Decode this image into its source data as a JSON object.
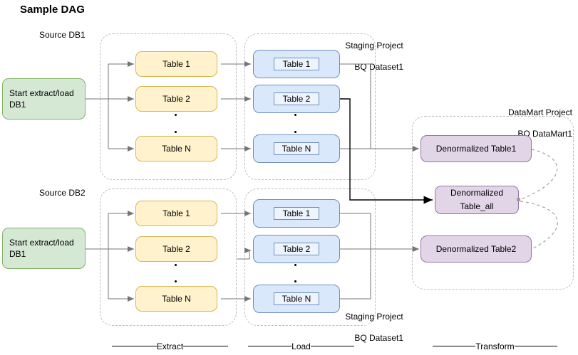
{
  "title": "Sample DAG",
  "db1": {
    "source_label": "Source DB1",
    "start_label": "Start extract/load DB1",
    "extract_tables": [
      "Table 1",
      "Table 2",
      "Table N"
    ],
    "load_tables": [
      "Table 1",
      "Table 2",
      "Table N"
    ],
    "staging_line1": "Staging Project",
    "staging_line2": "BQ Dataset1"
  },
  "db2": {
    "source_label": "Source DB2",
    "start_label": "Start extract/load DB1",
    "extract_tables": [
      "Table 1",
      "Table 2",
      "Table N"
    ],
    "load_tables": [
      "Table 1",
      "Table 2",
      "Table N"
    ],
    "staging_line1": "Staging Project",
    "staging_line2": "BQ Dataset1"
  },
  "datamart": {
    "label_line1": "DataMart Project",
    "label_line2": "BQ DataMart1",
    "table1": "Denormalized Table1",
    "table_all_line1": "Denormalized",
    "table_all_line2": "Table_all",
    "table2": "Denormalized Table2"
  },
  "stages": {
    "extract": "Extract",
    "load": "Load",
    "transform": "Transform"
  },
  "colors": {
    "start_fill": "#d5e8d4",
    "start_stroke": "#82b366",
    "extract_fill": "#fff2cc",
    "extract_stroke": "#d6b656",
    "load_fill": "#dae8fc",
    "load_stroke": "#6c8ebf",
    "datamart_fill": "#e1d5e7",
    "datamart_stroke": "#9673a6",
    "container_stroke": "#bdbdbd",
    "connector": "#757575",
    "connector_emphasis": "#000000"
  }
}
